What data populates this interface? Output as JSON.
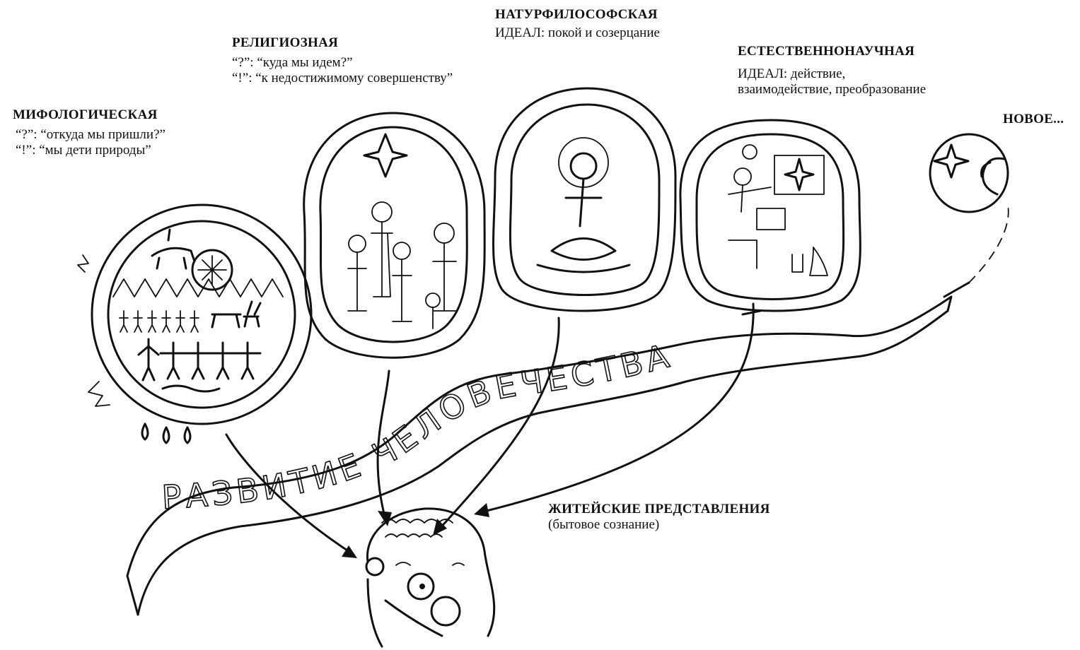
{
  "worldviews": {
    "mythological": {
      "title": "МИФОЛОГИЧЕСКАЯ",
      "question": "“?”: “откуда мы пришли?”",
      "answer": "“!”: “мы дети природы”"
    },
    "religious": {
      "title": "РЕЛИГИОЗНАЯ",
      "question": "“?”: “куда мы идем?”",
      "answer": "“!”: “к недостижимому совершенству”"
    },
    "natural_philosophical": {
      "title": "НАТУРФИЛОСОФСКАЯ",
      "ideal": "ИДЕАЛ: покой и созерцание"
    },
    "natural_science": {
      "title": "ЕСТЕСТВЕННОНАУЧНАЯ",
      "ideal_line1": "ИДЕАЛ: действие,",
      "ideal_line2": "взаимодействие, преобразование"
    },
    "new": {
      "title": "НОВОЕ..."
    }
  },
  "everyday": {
    "title": "ЖИТЕЙСКИЕ ПРЕДСТАВЛЕНИЯ",
    "subtitle": "(бытовое сознание)"
  },
  "ribbon": {
    "text": "РАЗВИТИЕ ЧЕЛОВЕЧЕСТВА"
  },
  "colors": {
    "ink": "#111111",
    "paper": "#ffffff"
  }
}
